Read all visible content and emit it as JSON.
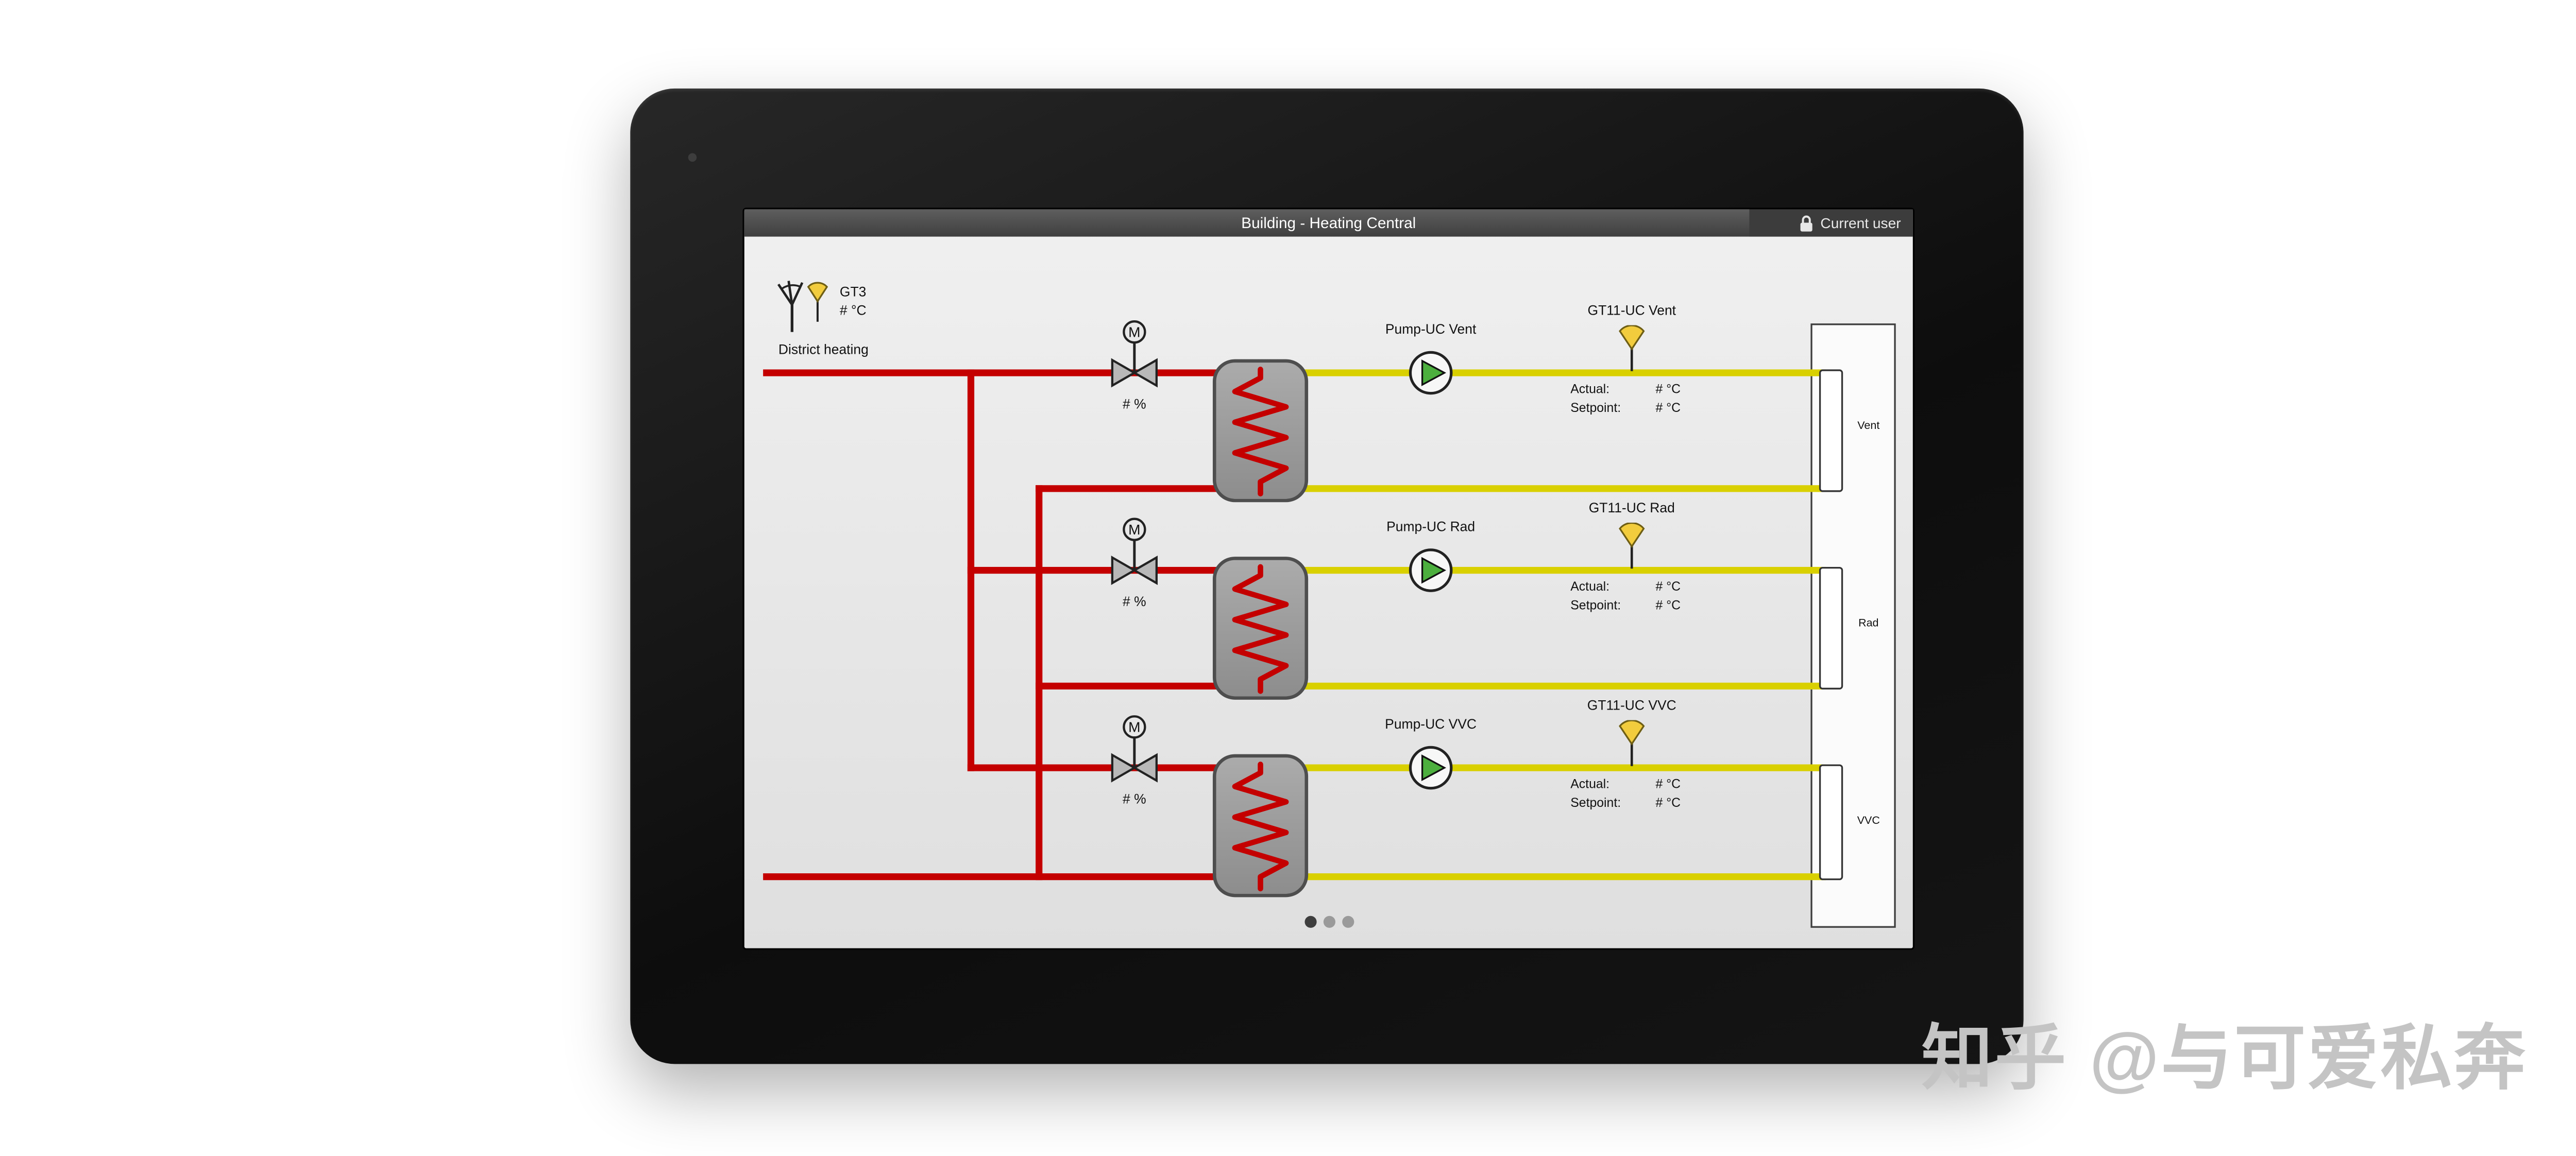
{
  "titlebar": {
    "title": "Building - Heating Central",
    "user_label": "Current user"
  },
  "header": {
    "sensor_tag": "GT3",
    "sensor_value": "# °C",
    "district_label": "District heating"
  },
  "motor_label": "M",
  "rows": [
    {
      "pump_label": "Pump-UC Vent",
      "sensor_label": "GT11-UC Vent",
      "valve_position": "# %",
      "actual_label": "Actual:",
      "actual_value": "# °C",
      "setpoint_label": "Setpoint:",
      "setpoint_value": "# °C",
      "load_label": "Vent"
    },
    {
      "pump_label": "Pump-UC Rad",
      "sensor_label": "GT11-UC Rad",
      "valve_position": "# %",
      "actual_label": "Actual:",
      "actual_value": "# °C",
      "setpoint_label": "Setpoint:",
      "setpoint_value": "# °C",
      "load_label": "Rad"
    },
    {
      "pump_label": "Pump-UC VVC",
      "sensor_label": "GT11-UC VVC",
      "valve_position": "# %",
      "actual_label": "Actual:",
      "actual_value": "# °C",
      "setpoint_label": "Setpoint:",
      "setpoint_value": "# °C",
      "load_label": "VVC"
    }
  ],
  "pagination": {
    "total_dots": 3,
    "active_dot": 1
  },
  "watermark": {
    "text": "知乎 @与可爱私奔"
  },
  "colors": {
    "supply_pipe": "#c40000",
    "secondary_pipe": "#d9d000",
    "pump_green": "#4caf3e",
    "sensor_yellow": "#f2cc3d"
  }
}
